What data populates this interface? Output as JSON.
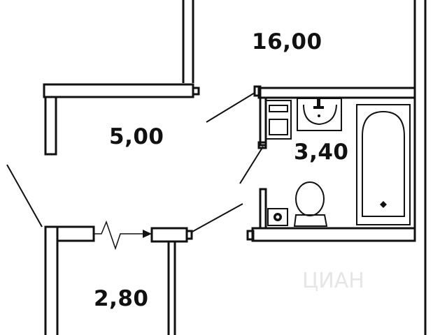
{
  "rooms": {
    "room_top_right": {
      "area": "16,00"
    },
    "hall": {
      "area": "5,00"
    },
    "bathroom": {
      "area": "3,40"
    },
    "room_bottom_left": {
      "area": "2,80"
    }
  },
  "watermark": {
    "text": "ЦИАН"
  },
  "colors": {
    "wall": "#111111",
    "background": "#ffffff",
    "watermark": "#e6e6e6"
  }
}
